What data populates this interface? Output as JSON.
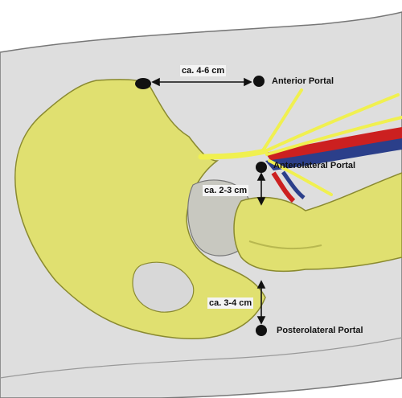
{
  "labels": {
    "anterior_distance": "ca. 4-6 cm",
    "anterior_portal": "Anterior Portal",
    "anterolateral_portal": "Anterolateral Portal",
    "anterolateral_distance": "ca. 2-3 cm",
    "posterolateral_distance": "ca. 3-4 cm",
    "posterolateral_portal": "Posterolateral Portal"
  },
  "colors": {
    "bone": "#e0e070",
    "bone_shadow": "#b8b850",
    "skin": "#d8d8d8",
    "nerve": "#f0f050",
    "artery": "#cc2020",
    "vein": "#2b3f8a",
    "portal": "#111111"
  }
}
